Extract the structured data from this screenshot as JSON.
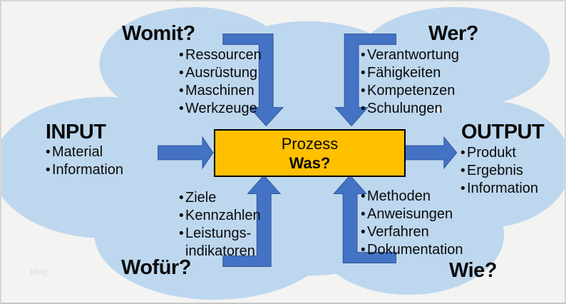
{
  "colors": {
    "cloud": "#BDD7EE",
    "arrow_fill": "#4472C4",
    "arrow_edge": "#2E5597",
    "box_fill": "#FFC000",
    "box_border": "#000000",
    "background": "#F3F3F2",
    "text": "#000000",
    "watermark_text": "#DFDFDF"
  },
  "center_box": {
    "line1": "Prozess",
    "line2": "Was?"
  },
  "input": {
    "heading": "INPUT",
    "items": [
      "Material",
      "Information"
    ]
  },
  "output": {
    "heading": "OUTPUT",
    "items": [
      "Produkt",
      "Ergebnis",
      "Information"
    ]
  },
  "womit": {
    "heading": "Womit?",
    "items": [
      "Ressourcen",
      "Ausrüstung",
      "Maschinen",
      "Werkzeuge"
    ]
  },
  "wer": {
    "heading": "Wer?",
    "items": [
      "Verantwortung",
      "Fähigkeiten",
      "Kompetenzen",
      "Schulungen"
    ]
  },
  "wofuer": {
    "heading": "Wofür?",
    "items": [
      "Ziele",
      "Kennzahlen",
      "Leistungs-",
      "indikatoren"
    ]
  },
  "wie": {
    "heading": "Wie?",
    "items": [
      "Methoden",
      "Anweisungen",
      "Verfahren",
      "Dokumentation"
    ]
  },
  "watermark": "blog"
}
